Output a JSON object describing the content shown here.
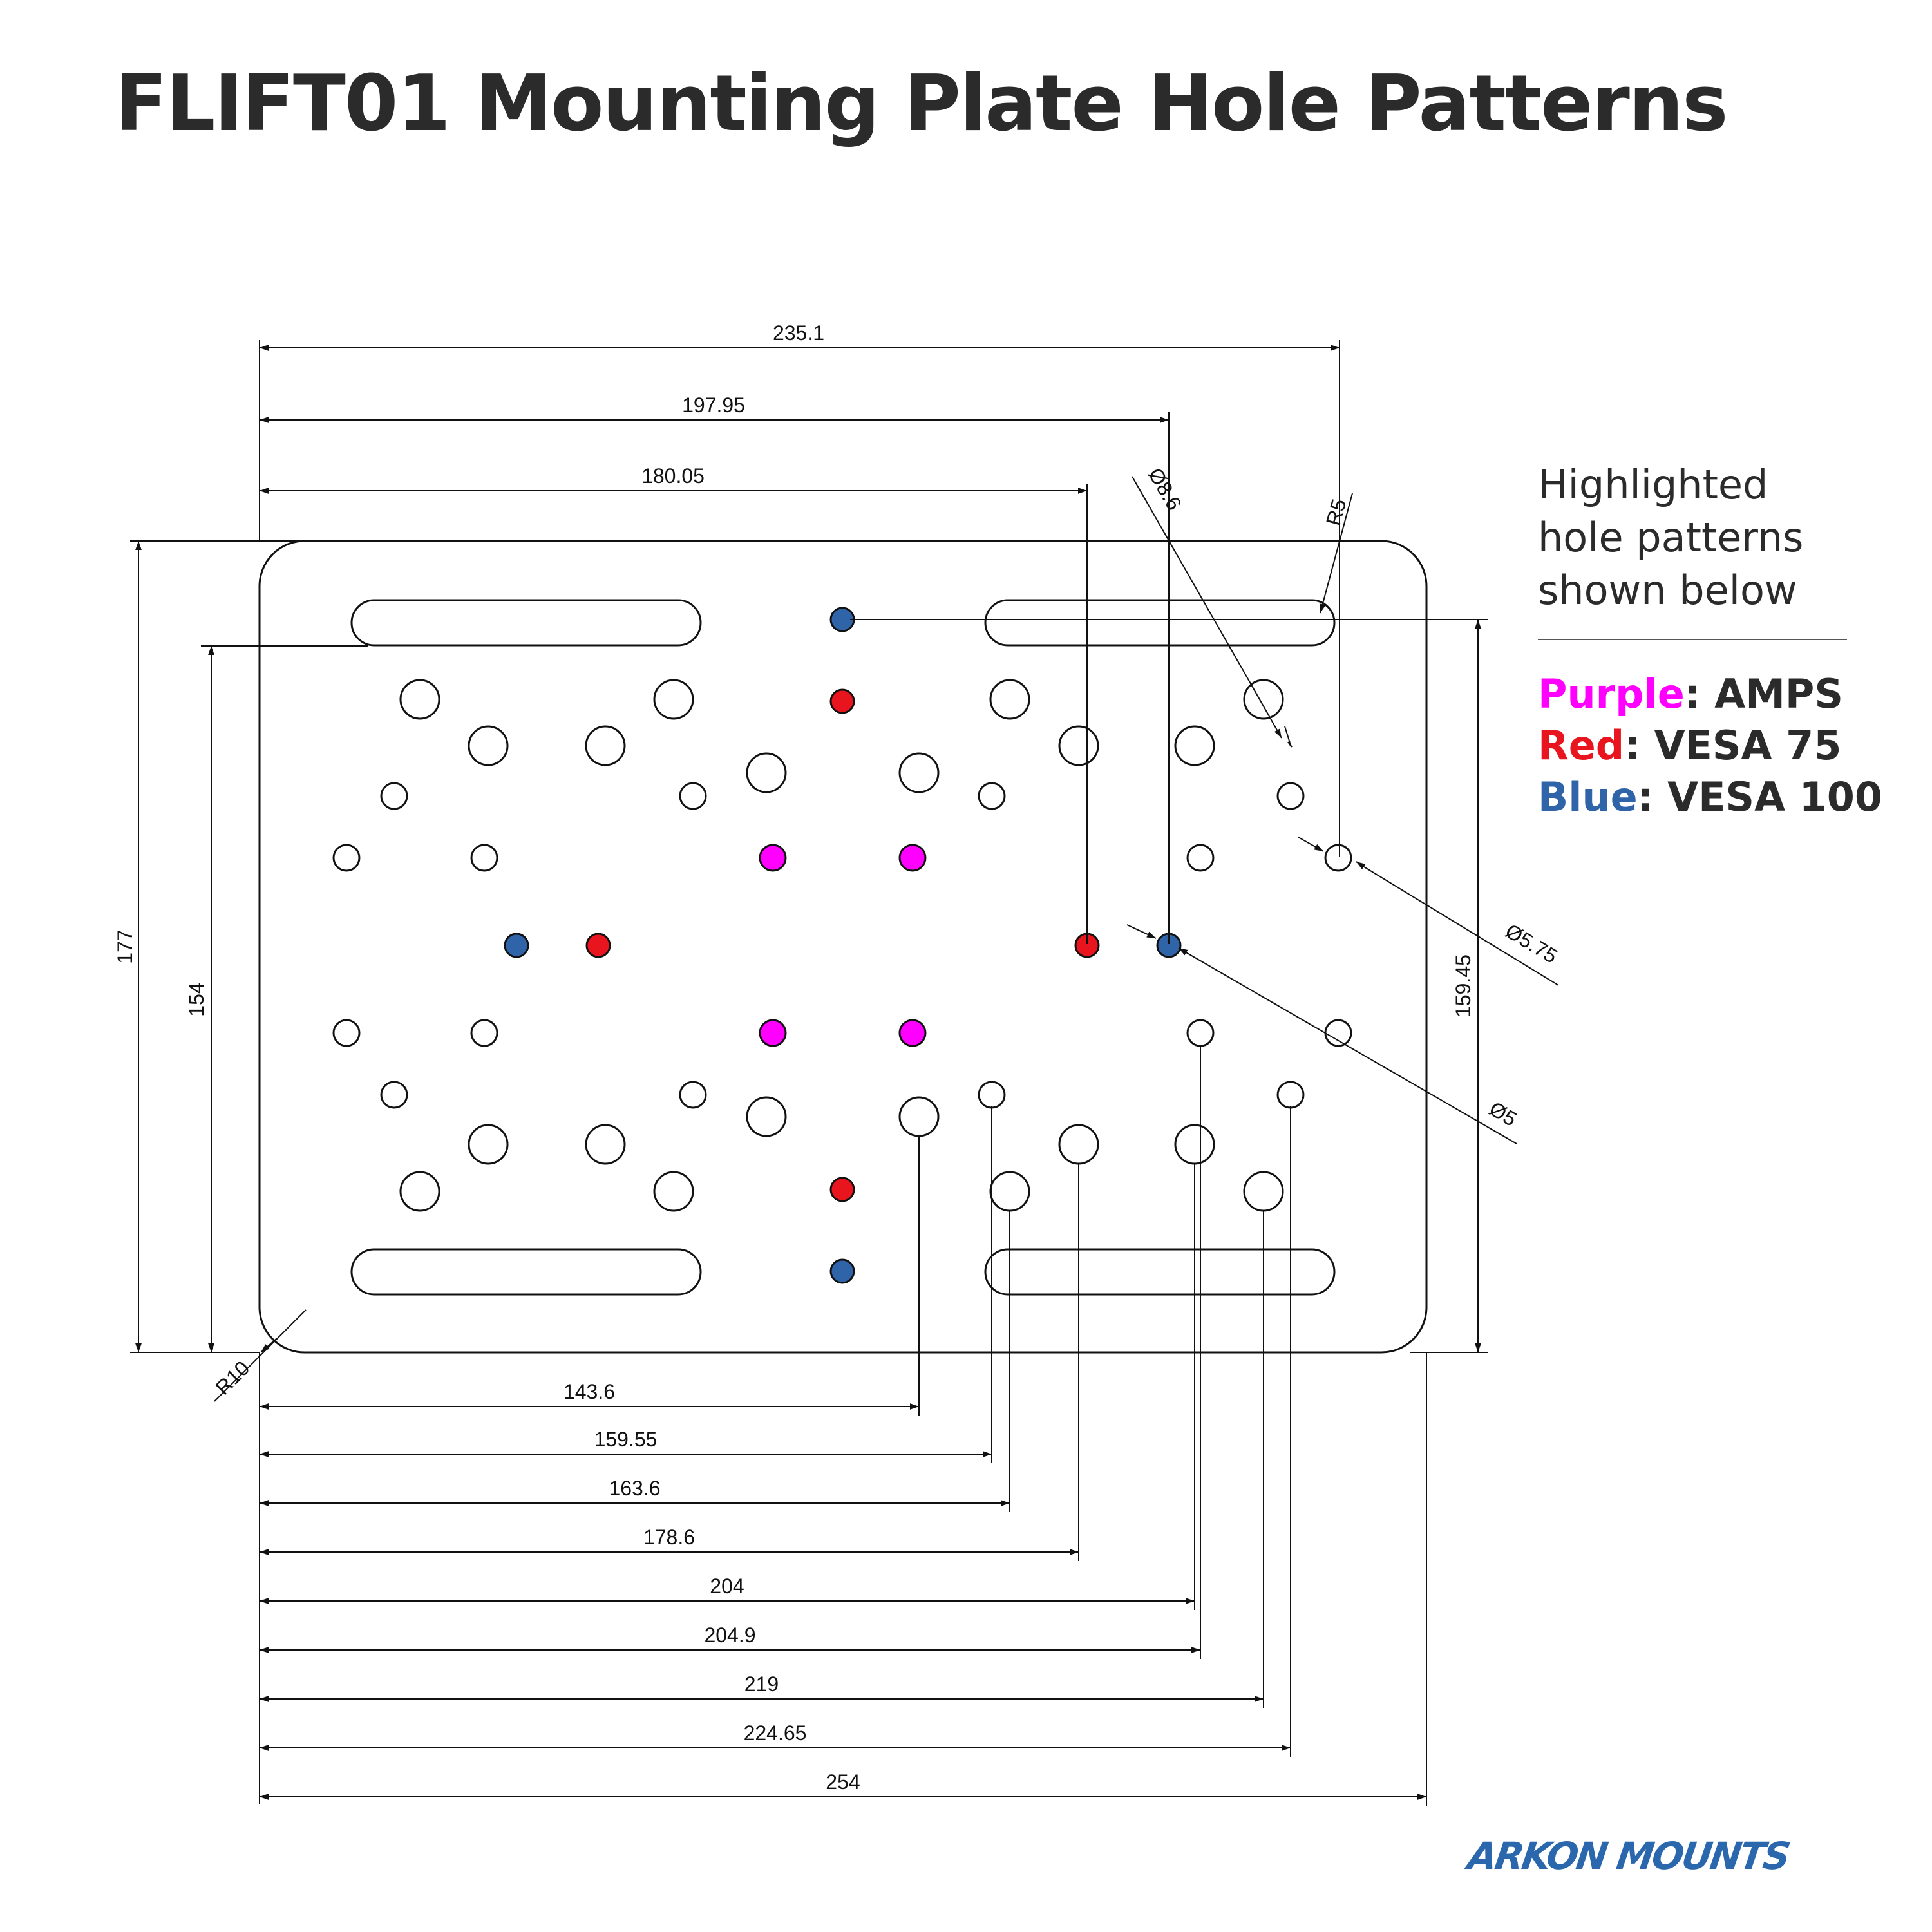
{
  "title": "FLIFT01 Mounting Plate Hole Patterns",
  "legend": {
    "intro_lines": [
      "Highlighted",
      "hole patterns",
      "shown below"
    ],
    "entries": [
      {
        "key": "Purple",
        "sep": ": ",
        "value": "AMPS",
        "color": "#ff00ff"
      },
      {
        "key": "Red",
        "sep": ": ",
        "value": "VESA 75",
        "color": "#e8141e"
      },
      {
        "key": "Blue",
        "sep": ": ",
        "value": "VESA 100",
        "color": "#2f64a9"
      }
    ]
  },
  "logo": "ARKON MOUNTS",
  "colors": {
    "amps": "#ff00ff",
    "vesa75": "#e8141e",
    "vesa100": "#2f64a9",
    "outline": "#111111"
  },
  "diagram": {
    "top_dimensions": [
      "235.1",
      "197.95",
      "180.05"
    ],
    "bottom_dimensions": [
      "143.6",
      "159.55",
      "163.6",
      "178.6",
      "204",
      "204.9",
      "219",
      "224.65",
      "254"
    ],
    "left_dimensions": [
      "177",
      "154"
    ],
    "right_dimensions": [
      "159.45"
    ],
    "callouts": [
      "Ø8.6",
      "R5",
      "Ø5.75",
      "Ø5",
      "R10"
    ]
  }
}
